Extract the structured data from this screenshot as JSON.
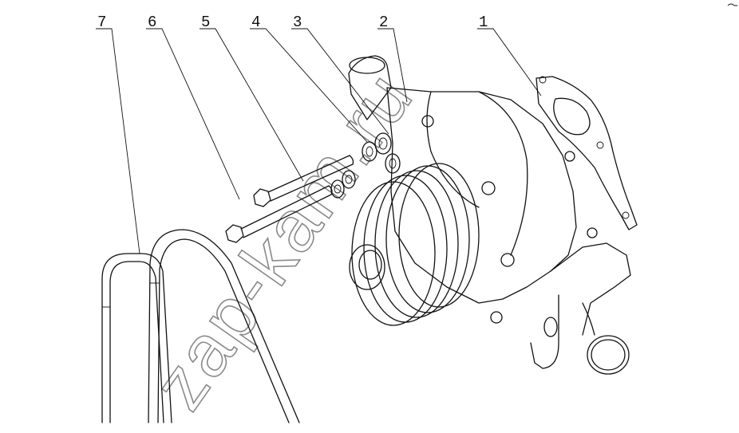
{
  "callouts": [
    {
      "label": "7"
    },
    {
      "label": "6"
    },
    {
      "label": "5"
    },
    {
      "label": "4"
    },
    {
      "label": "3"
    },
    {
      "label": "2"
    },
    {
      "label": "1"
    }
  ],
  "watermark": "zap-kam.ru",
  "colors": {
    "ink": "#111111",
    "watermark": "#8a8a8a",
    "background": "#ffffff"
  }
}
